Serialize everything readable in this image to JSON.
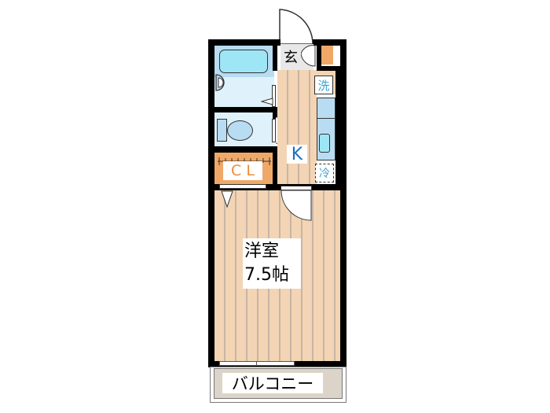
{
  "floor_plan": {
    "rooms": {
      "entrance": {
        "label": "玄"
      },
      "kitchen": {
        "label": "K"
      },
      "washer": {
        "label": "洗"
      },
      "fridge": {
        "label": "冷"
      },
      "closet": {
        "label": "C L"
      },
      "western_room": {
        "label_line1": "洋室",
        "label_line2": "7.5帖"
      },
      "balcony": {
        "label": "バルコニー"
      }
    },
    "colors": {
      "wall": "#000000",
      "floor": "#f3d4b4",
      "floor_line": "#c8b5a6",
      "bath": "#cfe8f7",
      "bathtub": "#9ee6f5",
      "closet": "#f0a868",
      "closet_text": "#f08a3a",
      "kitchen_label": "#1a6fc0",
      "appliance_text": "#3aa3d0",
      "balcony": "#dcd4c8",
      "shoe_box": "#f0a868"
    }
  }
}
